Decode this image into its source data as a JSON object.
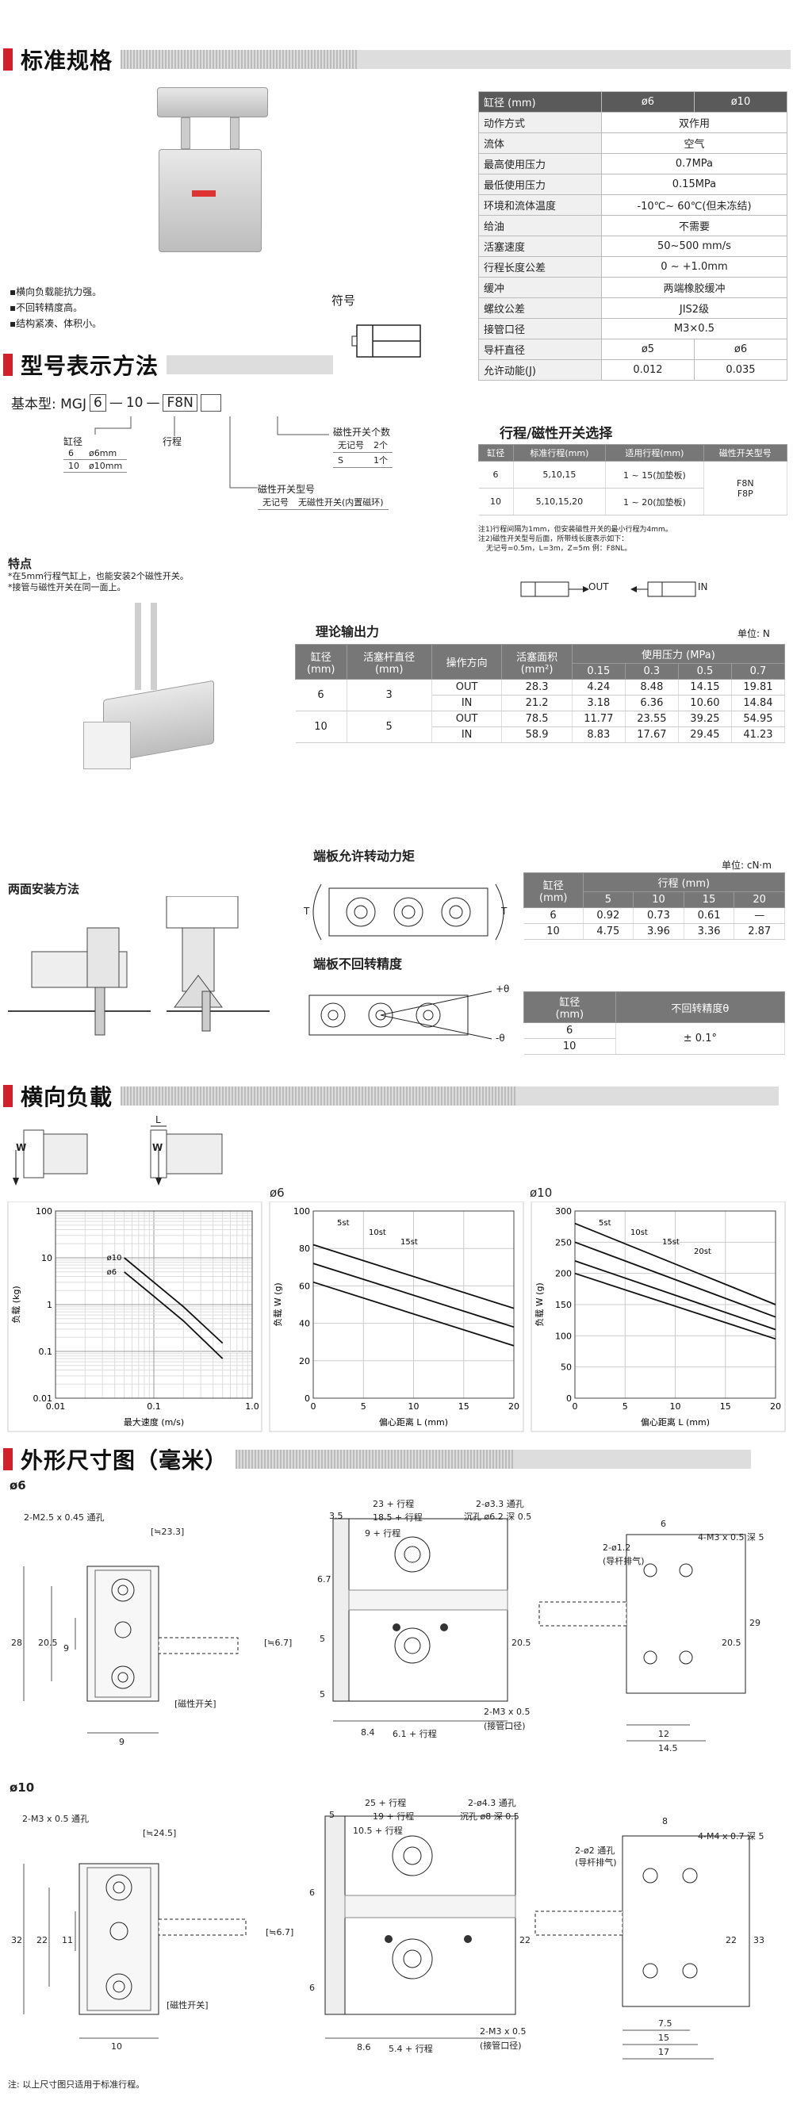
{
  "sec1": {
    "title": "标准规格"
  },
  "features": [
    "▪横向负载能抗力强。",
    "▪不回转精度高。",
    "▪结构紧凑、体积小。"
  ],
  "symbol_label": "符号",
  "spec": {
    "head": [
      "缸径 (mm)",
      "ø6",
      "ø10"
    ],
    "rows": [
      [
        "动作方式",
        "双作用"
      ],
      [
        "流体",
        "空气"
      ],
      [
        "最高使用压力",
        "0.7MPa"
      ],
      [
        "最低使用压力",
        "0.15MPa"
      ],
      [
        "环境和流体温度",
        "-10℃~ 60℃(但未冻结)"
      ],
      [
        "给油",
        "不需要"
      ],
      [
        "活塞速度",
        "50~500 mm/s"
      ],
      [
        "行程长度公差",
        "0 ~ +1.0mm"
      ],
      [
        "缓冲",
        "两端橡胶缓冲"
      ],
      [
        "螺纹公差",
        "JIS2级"
      ],
      [
        "接管口径",
        "M3×0.5"
      ]
    ],
    "rows2": [
      [
        "导杆直径",
        "ø5",
        "ø6"
      ],
      [
        "允许动能(J)",
        "0.012",
        "0.035"
      ]
    ]
  },
  "sec2": {
    "title": "型号表示方法"
  },
  "model": {
    "base": "基本型: MGJ",
    "c1": "6",
    "c2": "10",
    "c3": "F8N",
    "bore_label": "缸径",
    "bore_rows": [
      [
        "6",
        "ø6mm"
      ],
      [
        "10",
        "ø10mm"
      ]
    ],
    "stroke_label": "行程",
    "sw_count_label": "磁性开关个数",
    "sw_count_rows": [
      [
        "无记号",
        "2个"
      ],
      [
        "S",
        "1个"
      ]
    ],
    "sw_type_label": "磁性开关型号",
    "sw_type_row": [
      "无记号",
      "无磁性开关(内置磁环)"
    ]
  },
  "stroke_tbl": {
    "title": "行程/磁性开关选择",
    "head": [
      "缸径",
      "标准行程(mm)",
      "适用行程(mm)",
      "磁性开关型号"
    ],
    "rows": [
      [
        "6",
        "5,10,15",
        "1 ~ 15(加垫板)"
      ],
      [
        "10",
        "5,10,15,20",
        "1 ~ 20(加垫板)"
      ]
    ],
    "sw": "F8N\nF8P",
    "notes": [
      "注1)行程间隔为1mm，但安装磁性开关的最小行程为4mm。",
      "注2)磁性开关型号后面，所带线长度表示如下：",
      "无记号=0.5m，L=3m，Z=5m 例：F8NL。"
    ]
  },
  "out_label": "OUT",
  "in_label": "IN",
  "features2": {
    "title": "特点",
    "lines": [
      "*在5mm行程气缸上，也能安装2个磁性开关。",
      "*接管与磁性开关在同一面上。"
    ]
  },
  "force": {
    "title": "理论输出力",
    "unit": "单位: N",
    "head": [
      "缸径\n(mm)",
      "活塞杆直径\n(mm)",
      "操作方向",
      "活塞面积\n(mm²)",
      "使用压力 (MPa)"
    ],
    "pressures": [
      "0.15",
      "0.3",
      "0.5",
      "0.7"
    ],
    "rows": [
      [
        "6",
        "3",
        "OUT",
        "28.3",
        "4.24",
        "8.48",
        "14.15",
        "19.81"
      ],
      [
        "",
        "",
        "IN",
        "21.2",
        "3.18",
        "6.36",
        "10.60",
        "14.84"
      ],
      [
        "10",
        "5",
        "OUT",
        "78.5",
        "11.77",
        "23.55",
        "39.25",
        "54.95"
      ],
      [
        "",
        "",
        "IN",
        "58.9",
        "8.83",
        "17.67",
        "29.45",
        "41.23"
      ]
    ]
  },
  "mount_label": "两面安装方法",
  "torque": {
    "title": "端板允许转动力矩",
    "unit": "单位: cN·m",
    "T": "T",
    "head": [
      "缸径\n(mm)",
      "行程 (mm)"
    ],
    "strokes": [
      "5",
      "10",
      "15",
      "20"
    ],
    "rows": [
      [
        "6",
        "0.92",
        "0.73",
        "0.61",
        "—"
      ],
      [
        "10",
        "4.75",
        "3.96",
        "3.36",
        "2.87"
      ]
    ]
  },
  "nonrot": {
    "title": "端板不回转精度",
    "head": [
      "缸径\n(mm)",
      "不回转精度θ"
    ],
    "rows": [
      "6",
      "10"
    ],
    "val": "± 0.1°",
    "plus": "+θ",
    "minus": "-θ"
  },
  "sec3": {
    "title": "横向负載"
  },
  "load_labels": {
    "W": "W",
    "L": "L"
  },
  "chart_data": [
    {
      "type": "line",
      "title": "",
      "xlabel": "最大速度 (m/s)",
      "ylabel": "负载 (kg)",
      "xscale": "log",
      "yscale": "log",
      "xlim": [
        0.01,
        1.0
      ],
      "ylim": [
        0.01,
        100
      ],
      "grid": true,
      "series": [
        {
          "name": "ø10",
          "x": [
            0.05,
            0.1,
            0.2,
            0.5
          ],
          "y": [
            10,
            3,
            0.9,
            0.15
          ]
        },
        {
          "name": "ø6",
          "x": [
            0.05,
            0.1,
            0.2,
            0.5
          ],
          "y": [
            5,
            1.5,
            0.45,
            0.07
          ]
        }
      ]
    },
    {
      "type": "line",
      "title": "ø6",
      "xlabel": "偏心距离 L (mm)",
      "ylabel": "负载 W (g)",
      "xlim": [
        0,
        20
      ],
      "ylim": [
        0,
        100
      ],
      "grid": true,
      "series": [
        {
          "name": "5st",
          "x": [
            0,
            20
          ],
          "y": [
            82,
            48
          ]
        },
        {
          "name": "10st",
          "x": [
            0,
            20
          ],
          "y": [
            72,
            38
          ]
        },
        {
          "name": "15st",
          "x": [
            0,
            20
          ],
          "y": [
            62,
            28
          ]
        }
      ]
    },
    {
      "type": "line",
      "title": "ø10",
      "xlabel": "偏心距离 L (mm)",
      "ylabel": "负载 W (g)",
      "xlim": [
        0,
        20
      ],
      "ylim": [
        0,
        300
      ],
      "grid": true,
      "series": [
        {
          "name": "5st",
          "x": [
            0,
            20
          ],
          "y": [
            280,
            150
          ]
        },
        {
          "name": "10st",
          "x": [
            0,
            20
          ],
          "y": [
            250,
            130
          ]
        },
        {
          "name": "15st",
          "x": [
            0,
            20
          ],
          "y": [
            220,
            110
          ]
        },
        {
          "name": "20st",
          "x": [
            0,
            20
          ],
          "y": [
            200,
            95
          ]
        }
      ]
    }
  ],
  "chart_ticks": {
    "c1x": [
      "0.01",
      "0.1",
      "1.0"
    ],
    "c1y": [
      "100",
      "10",
      "1",
      "0.1",
      "0.01"
    ],
    "c2x": [
      "0",
      "5",
      "10",
      "15",
      "20"
    ],
    "c2y": [
      "100",
      "80",
      "60",
      "40",
      "20",
      "0"
    ],
    "c3x": [
      "0",
      "5",
      "10",
      "15",
      "20"
    ],
    "c3y": [
      "300",
      "250",
      "200",
      "150",
      "100",
      "50",
      "0"
    ]
  },
  "sec4": {
    "title": "外形尺寸图（毫米）"
  },
  "dim6": {
    "label": "ø6",
    "a": "2-M2.5 x 0.45 通孔",
    "b": "[≒23.3]",
    "c": "28",
    "d": "20.5",
    "e": "9",
    "f": "[≒6.7]",
    "g": "[磁性开关]",
    "h": "9",
    "t1": "23 + 行程",
    "t2": "18.5 + 行程",
    "t3": "9 + 行程",
    "t4": "3.5",
    "t5": "2-ø3.3 通孔",
    "t6": "沉孔 ø6.2 深 0.5",
    "t7": "6.7",
    "t8": "5",
    "t9": "5",
    "t10": "20.5",
    "t11": "8.4",
    "t12": "6.1 + 行程",
    "t13": "2-M3 x 0.5",
    "t14": "(接管口径)",
    "r1": "6",
    "r2": "2-ø1.2",
    "r3": "(导杆排气)",
    "r4": "4-M3 x 0.5 深 5",
    "r5": "29",
    "r6": "20.5",
    "r7": "12",
    "r8": "14.5"
  },
  "dim10": {
    "label": "ø10",
    "a": "2-M3 x 0.5 通孔",
    "b": "[≒24.5]",
    "c": "32",
    "d": "22",
    "e": "11",
    "f": "[≒6.7]",
    "g": "[磁性开关]",
    "h": "10",
    "t1": "25 + 行程",
    "t2": "19 + 行程",
    "t3": "10.5 + 行程",
    "t4": "5",
    "t5": "2-ø4.3 通孔",
    "t6": "沉孔 ø8 深 0.5",
    "t7": "6",
    "t8": "6",
    "t9": "22",
    "t10": "8.6",
    "t11": "5.4 + 行程",
    "t12": "2-M3 x 0.5",
    "t13": "(接管口径)",
    "r1": "8",
    "r2": "2-ø2 通孔",
    "r3": "(导杆排气)",
    "r4": "4-M4 x 0.7 深 5",
    "r5": "33",
    "r6": "22",
    "r7": "7.5",
    "r8": "15",
    "r9": "17"
  },
  "footnote": "注: 以上尺寸图只适用于标准行程。"
}
